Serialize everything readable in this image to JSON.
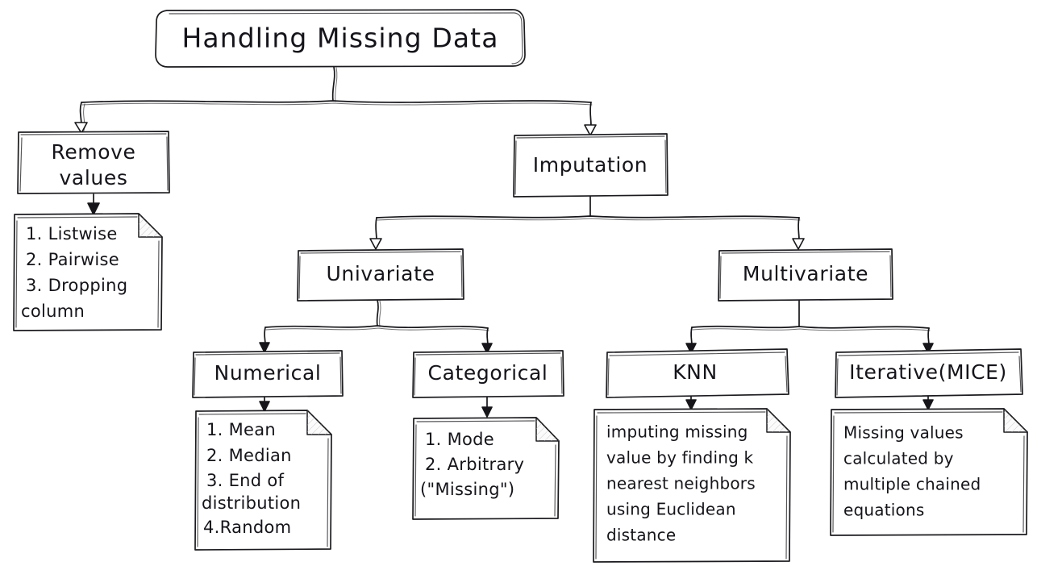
{
  "diagram": {
    "title": "Handling Missing Data",
    "type": "flowchart-tree",
    "style": "hand-drawn sketch",
    "background_color": "#ffffff",
    "stroke_color": "#1b1b1f"
  },
  "root": {
    "label": "Handling Missing Data"
  },
  "nodes": {
    "remove_values": {
      "label_line1": "Remove",
      "label_line2": "values"
    },
    "imputation": {
      "label": "Imputation"
    },
    "univariate": {
      "label": "Univariate"
    },
    "multivariate": {
      "label": "Multivariate"
    },
    "numerical": {
      "label": "Numerical"
    },
    "categorical": {
      "label": "Categorical"
    },
    "knn": {
      "label": "KNN"
    },
    "iterative": {
      "label": "Iterative(MICE)"
    }
  },
  "notes": {
    "remove_values_note": {
      "lines": [
        "1. Listwise",
        "2. Pairwise",
        "3. Dropping",
        "column"
      ]
    },
    "numerical_note": {
      "lines": [
        "1. Mean",
        "2. Median",
        "3. End of",
        "distribution",
        "4.Random"
      ]
    },
    "categorical_note": {
      "lines": [
        "1. Mode",
        "2. Arbitrary",
        "(\"Missing\")"
      ]
    },
    "knn_note": {
      "lines": [
        "imputing missing",
        "value by finding k",
        "nearest neighbors",
        "using Euclidean",
        "distance"
      ]
    },
    "iterative_note": {
      "lines": [
        "Missing values",
        "calculated by",
        "multiple chained",
        "equations"
      ]
    }
  },
  "edges": [
    {
      "from": "root",
      "to": "remove_values"
    },
    {
      "from": "root",
      "to": "imputation"
    },
    {
      "from": "remove_values",
      "to": "remove_values_note"
    },
    {
      "from": "imputation",
      "to": "univariate"
    },
    {
      "from": "imputation",
      "to": "multivariate"
    },
    {
      "from": "univariate",
      "to": "numerical"
    },
    {
      "from": "univariate",
      "to": "categorical"
    },
    {
      "from": "multivariate",
      "to": "knn"
    },
    {
      "from": "multivariate",
      "to": "iterative"
    },
    {
      "from": "numerical",
      "to": "numerical_note"
    },
    {
      "from": "categorical",
      "to": "categorical_note"
    },
    {
      "from": "knn",
      "to": "knn_note"
    },
    {
      "from": "iterative",
      "to": "iterative_note"
    }
  ]
}
